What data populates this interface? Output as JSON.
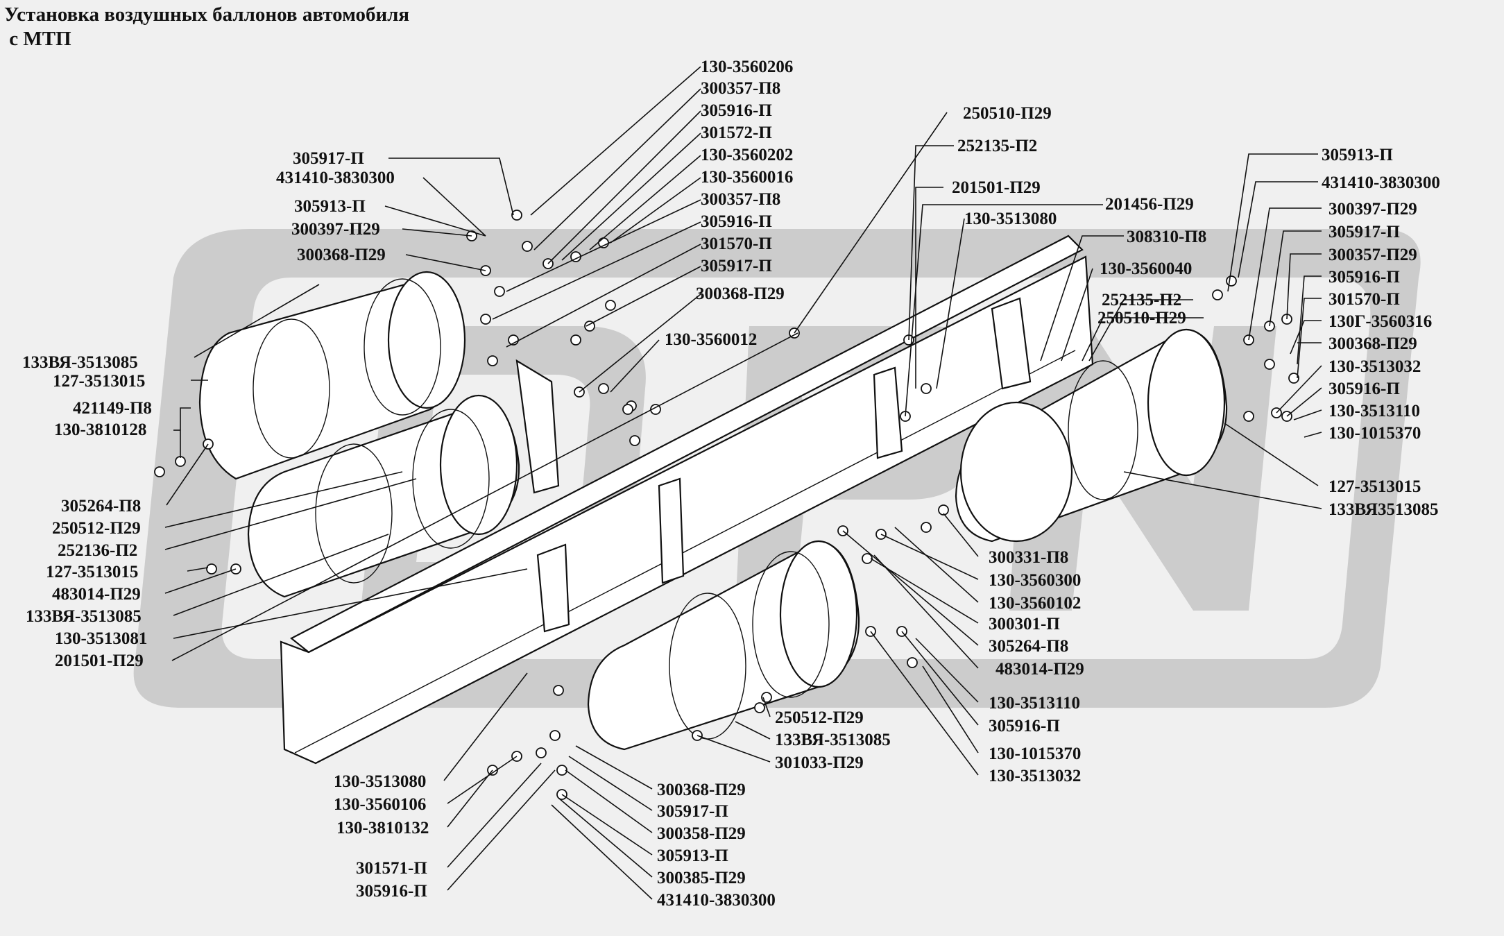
{
  "title": {
    "line1": "Установка воздушных баллонов автомобиля",
    "line2": " с МТП"
  },
  "watermark": {
    "color": "#c6c6c6"
  },
  "labels": {
    "l1": "130-3560206",
    "l2": "300357-П8",
    "l3": "305916-П",
    "l4": "301572-П",
    "l5": "130-3560202",
    "l6": "130-3560016",
    "l7": "300357-П8",
    "l8": "305916-П",
    "l9": "301570-П",
    "l10": "305917-П",
    "l11": "300368-П29",
    "l12": "130-3560012",
    "l13": "305917-П",
    "l14": "431410-3830300",
    "l15": "305913-П",
    "l16": "300397-П29",
    "l17": "300368-П29",
    "l18": "133ВЯ-3513085",
    "l19": "127-3513015",
    "l20": "421149-П8",
    "l21": "130-3810128",
    "l22": "305264-П8",
    "l23": "250512-П29",
    "l24": "252136-П2",
    "l25": "127-3513015",
    "l26": "483014-П29",
    "l27": "133ВЯ-3513085",
    "l28": "130-3513081",
    "l29": "201501-П29",
    "l30": "250510-П29",
    "l31": "252135-П2",
    "l32": "201501-П29",
    "l33": "201456-П29",
    "l34": "130-3513080",
    "l35": "308310-П8",
    "l36": "130-3560040",
    "l37": "252135-П2",
    "l38": "250510-П29",
    "l39": "305913-П",
    "l40": "431410-3830300",
    "l41": "300397-П29",
    "l42": "305917-П",
    "l43": "300357-П29",
    "l44": "305916-П",
    "l45": "301570-П",
    "l46": "130Г-3560316",
    "l47": "300368-П29",
    "l48": "130-3513032",
    "l49": "305916-П",
    "l50": "130-3513110",
    "l51": "130-1015370",
    "l52": "127-3513015",
    "l53": "133ВЯ3513085",
    "l54": "300331-П8",
    "l55": "130-3560300",
    "l56": "130-3560102",
    "l57": "300301-П",
    "l58": "305264-П8",
    "l59": "483014-П29",
    "l60": "130-3513110",
    "l61": "305916-П",
    "l62": "130-1015370",
    "l63": "130-3513032",
    "l64": "250512-П29",
    "l65": "133ВЯ-3513085",
    "l66": "301033-П29",
    "l67": "300368-П29",
    "l68": "305917-П",
    "l69": "300358-П29",
    "l70": "305913-П",
    "l71": "300385-П29",
    "l72": "431410-3830300",
    "l73": "130-3513080",
    "l74": "130-3560106",
    "l75": "130-3810132",
    "l76": "301571-П",
    "l77": "305916-П"
  }
}
